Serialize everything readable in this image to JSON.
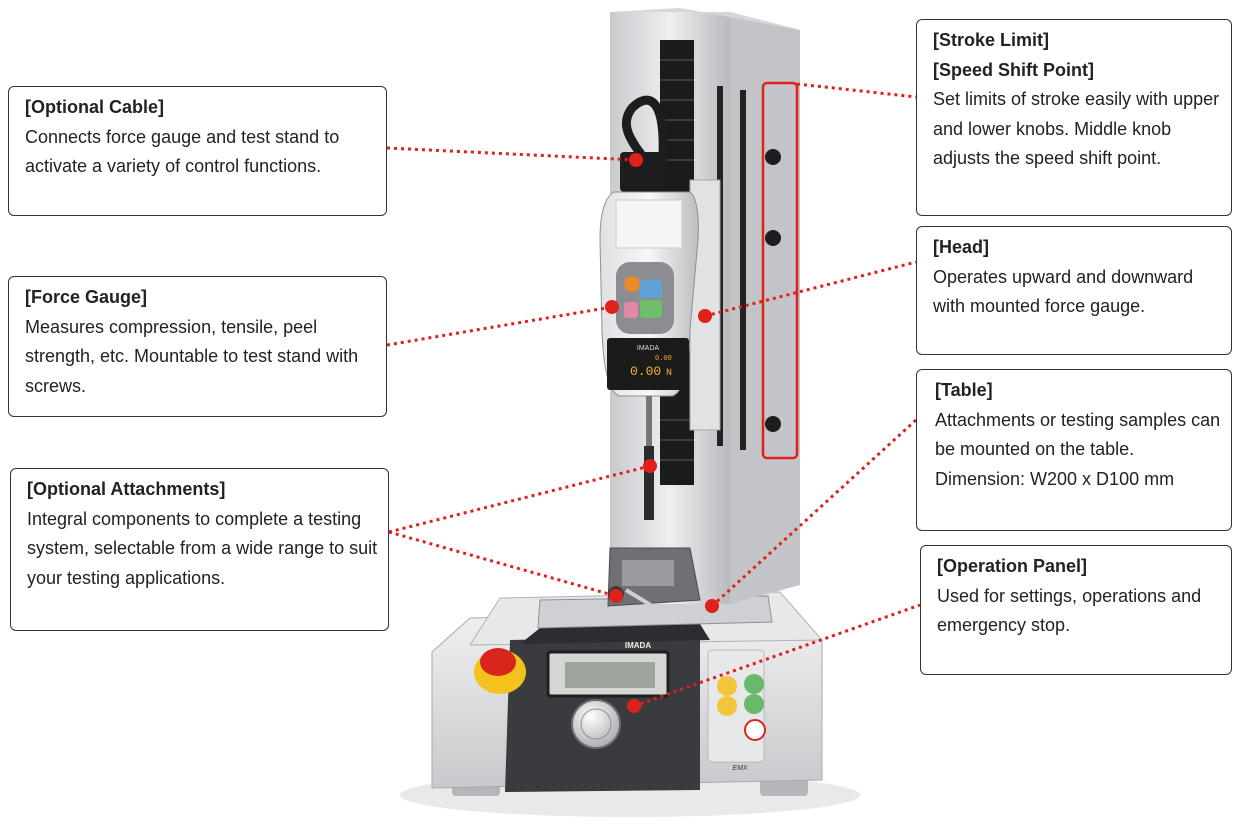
{
  "callouts": {
    "optional_cable": {
      "title": "[Optional Cable]",
      "body": "Connects force gauge and test stand to activate a variety of control functions."
    },
    "force_gauge": {
      "title": "[Force Gauge]",
      "body": "Measures compression, tensile, peel strength, etc. Mountable to test stand with screws."
    },
    "optional_attachments": {
      "title": "[Optional Attachments]",
      "body": "Integral components to complete a testing system, selectable from a wide range to suit your testing applications."
    },
    "stroke_limit": {
      "title": "[Stroke Limit]",
      "title2": "[Speed Shift Point]",
      "body": "Set limits of stroke easily with upper and lower knobs. Middle knob adjusts the speed shift point."
    },
    "head": {
      "title": "[Head]",
      "body": "Operates upward and downward with mounted force gauge."
    },
    "table": {
      "title": "[Table]",
      "body": "Attachments or testing samples can be mounted on the table.",
      "dimension": "Dimension: W200 x D100 mm"
    },
    "operation_panel": {
      "title": "[Operation Panel]",
      "body": "Used for settings, operations and emergency stop."
    }
  },
  "device": {
    "gauge_brand": "IMADA",
    "gauge_reading_main": "0.00",
    "gauge_unit": "N",
    "gauge_reading_small": "0.00",
    "panel_brand": "IMADA",
    "panel_model": "EMX"
  },
  "colors": {
    "leader": "#e0201b",
    "accent_red": "#d9261c",
    "stand": "#dcdcde",
    "panel_dark": "#3a3b3e",
    "gauge_display": "#1b1b1b",
    "gauge_digits": "#f2b127"
  }
}
